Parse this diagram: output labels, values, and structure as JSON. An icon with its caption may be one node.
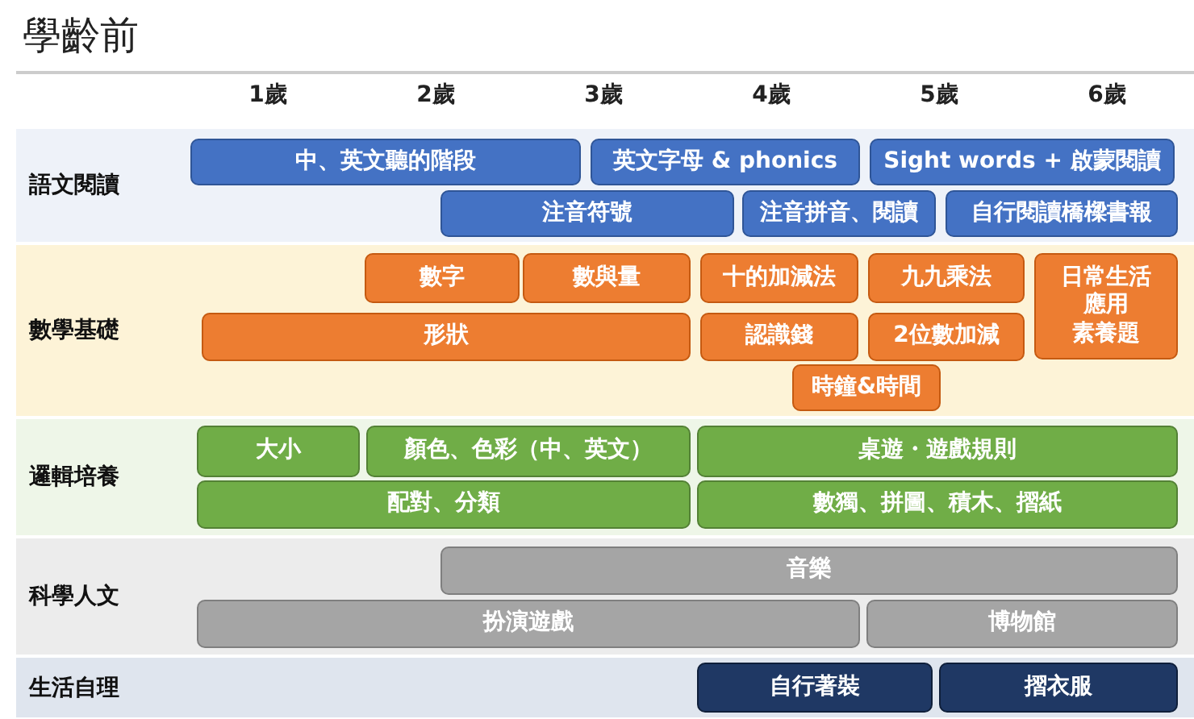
{
  "diagram": {
    "title": "學齡前",
    "nodes": [
      {
        "text": [
          "語文閱讀"
        ]
      },
      {
        "text": [
          "中、英文聽的階段"
        ],
        "in": 0
      },
      {
        "text": [
          "英文字母 & phonics"
        ],
        "in": 0
      },
      {
        "text": [
          "Sight words + 啟蒙閱讀"
        ],
        "in": 0
      },
      {
        "text": [
          "注音符號"
        ],
        "in": 0
      },
      {
        "text": [
          "注音拼音、閱讀"
        ],
        "in": 0
      },
      {
        "text": [
          "自行閱讀橋樑書報"
        ],
        "in": 0
      },
      {
        "text": [
          "數學基礎"
        ]
      },
      {
        "text": [
          "數字"
        ],
        "in": 7
      },
      {
        "text": [
          "數與量"
        ],
        "in": 7
      },
      {
        "text": [
          "十的加減法"
        ],
        "in": 7
      },
      {
        "text": [
          "九九乘法"
        ],
        "in": 7
      },
      {
        "text": [
          "日常生活",
          "應用",
          "素養題"
        ],
        "in": 7
      },
      {
        "text": [
          "形狀"
        ],
        "in": 7
      },
      {
        "text": [
          "認識錢"
        ],
        "in": 7
      },
      {
        "text": [
          "2位數加減"
        ],
        "in": 7
      },
      {
        "text": [
          "時鐘&時間"
        ],
        "in": 7
      },
      {
        "text": [
          "邏輯培養"
        ]
      },
      {
        "text": [
          "大小"
        ],
        "in": 17
      },
      {
        "text": [
          "顏色、色彩（中、英文）"
        ],
        "in": 17
      },
      {
        "text": [
          "桌遊・遊戲規則"
        ],
        "in": 17
      },
      {
        "text": [
          "配對、分類"
        ],
        "in": 17
      },
      {
        "text": [
          "數獨、拼圖、積木、摺紙"
        ],
        "in": 17
      },
      {
        "text": [
          "科學人文"
        ]
      },
      {
        "text": [
          "音樂"
        ],
        "in": 23
      },
      {
        "text": [
          "扮演遊戲"
        ],
        "in": 23
      },
      {
        "text": [
          "博物館"
        ],
        "in": 23
      },
      {
        "text": [
          "生活自理"
        ]
      },
      {
        "text": [
          "自行著裝"
        ],
        "in": 27
      },
      {
        "text": [
          "摺衣服"
        ],
        "in": 27
      }
    ],
    "labels": [
      "1歲",
      "2歲",
      "3歲",
      "4歲",
      "5歲",
      "6歲"
    ]
  }
}
